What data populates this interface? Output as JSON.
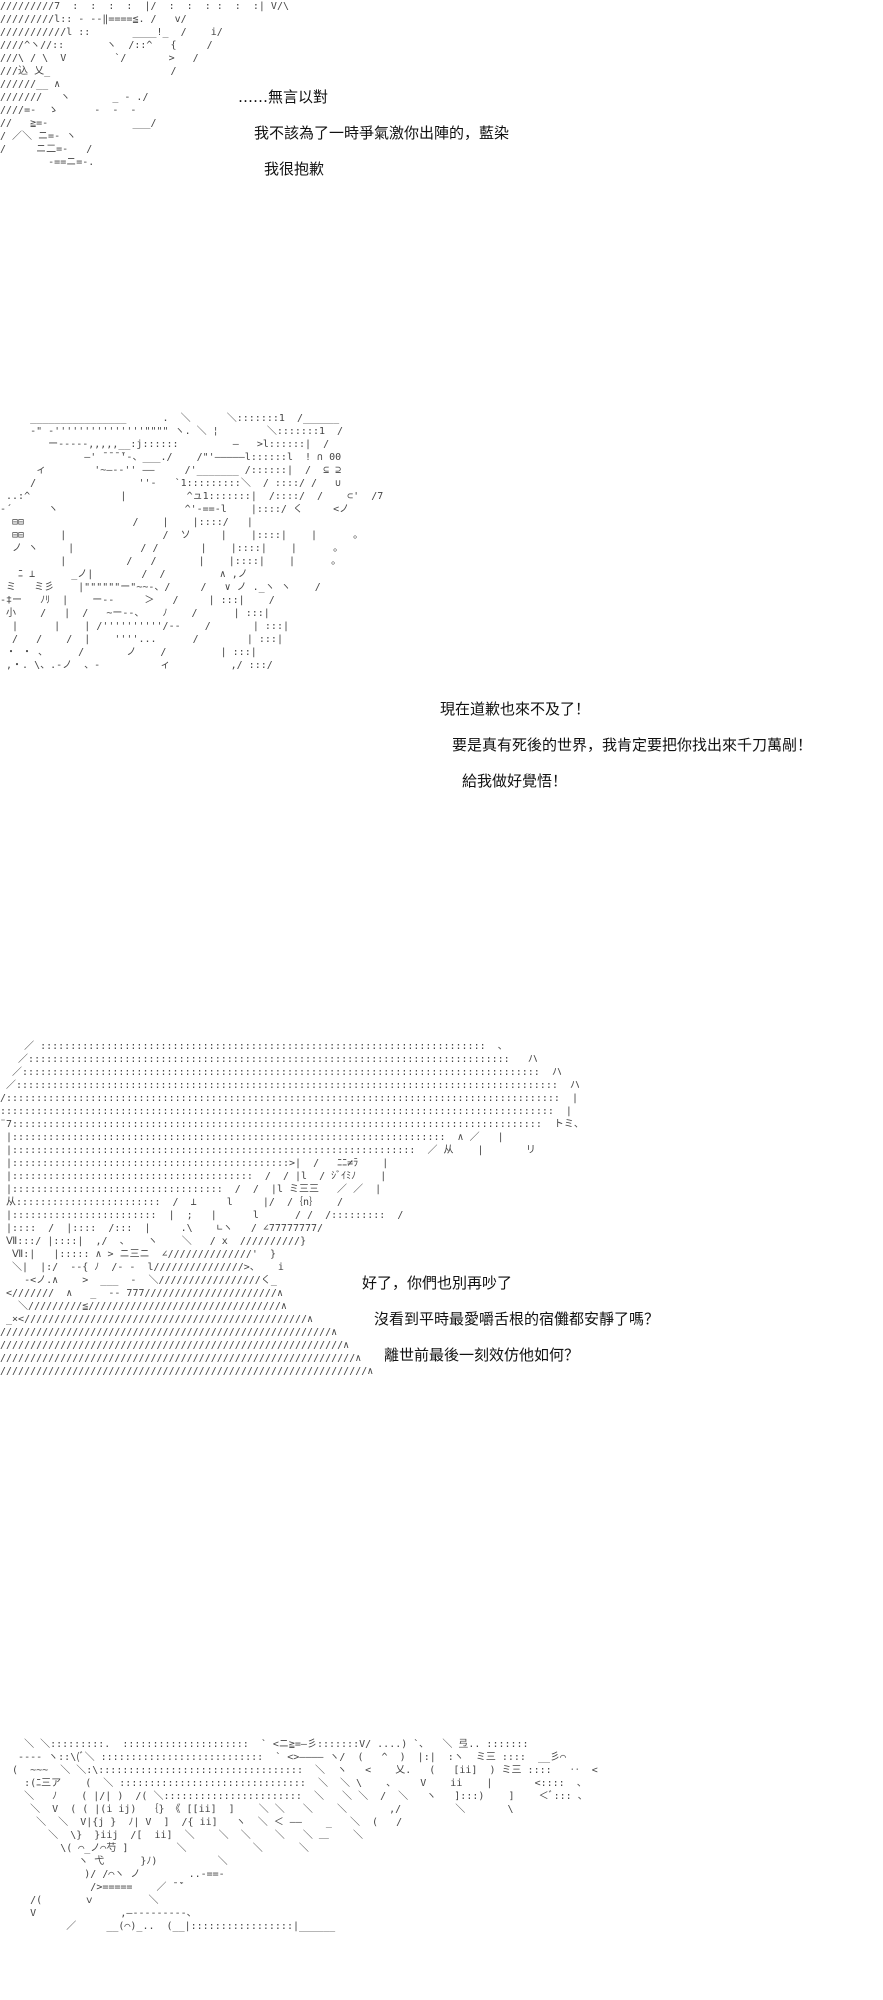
{
  "panels": [
    {
      "art": "/////////7  :  :  :  :  |/  :  :  : :  :  :| V/\\\n/////////l:: - --‖====≦. /   v/\n///////////l ::       ____!_  /    i/\n////^ヽ//::       ヽ  /::^   {     /\n///\\ / \\  V        `/       >   /\n///込 乂_                    /\n//////__ ∧\n///////   ヽ       _ - ./\n////=-  ゝ      ‐  ‐  ‐\n//   ≧=-              ___/\n/ ／＼ ニ=- ヽ\n/     ニ二=-   /\n        -==ニ=-.",
      "lines": [
        "……無言以對",
        "我不該為了一時爭氣激你出陣的，藍染",
        "我很抱歉"
      ]
    },
    {
      "art": "     ________________      .  ＼      ＼:::::::1  /______\n     -\" -'''''''''''''''\"\"\"\" ヽ. ＼ ¦        ＼:::::::1  /\n        ー-----,,,,,__:j::::::         ―   >l::::::|  /\n              ―' ̄ ̄ ̄ ̄'-、___./    /\"'―――――l::::::l  ! ∩ 00\n      ィ        '~―--'' ――     /'_______ /::::::|  /  ⊆ ⊇\n     /                 ''-   `1:::::::::＼  / ::::/ /   ∪\n ..:^               |          ^ュ1:::::::|  /::::/  /    ⊂'  /7\n-´      ヽ                     ^'-==-l    |::::/ く     <ノ\n  ⊟⊟                  /    |    |::::/   |\n  ⊟⊟      |                /  ソ     |    |::::|    |      。\n  ノ ヽ     |           / /       |    |::::|    |      。\n          |          /   /       |    |::::|    |      。\n   ﾆ ⊥      _ノ|        /  /         ∧ ,ノ\n ミ   ミ彡    |\"\"\"\"\"\"ー\"~~-、/     /   ∨ ノ ._ヽ ヽ    /\n-‡ー   ﾉﾘ  |    ー--     ＞   /     | :::|    /\n 小    /   |  /   ~ー--、   ﾉ    /      | :::|\n  |      |    | /''''''''''/‐‐    /       | :::|\n  /   /    /  |    ''''...      /        | :::|\n ・ ・ 、     /       ノ    /         | :::|\n ,・. \\、.-ノ  、-          ィ          ,/ :::/",
      "lines": [
        "現在道歉也來不及了！",
        "要是真有死後的世界，我肯定要把你找出來千刀萬剮！",
        "給我做好覺悟！"
      ]
    },
    {
      "art": "    ／ ::::::::::::::::::::::::::::::::::::::::::::::::::::::::::::::::::::::::::  、\n   ／::::::::::::::::::::::::::::::::::::::::::::::::::::::::::::::::::::::::::::::::   ハ\n  ／::::::::::::::::::::::::::::::::::::::::::::::::::::::::::::::::::::::::::::::::::::::  ハ\n ／::::::::::::::::::::::::::::::::::::::::::::::::::::::::::::::::::::::::::::::::::::::::::  ハ\n/::::::::::::::::::::::::::::::::::::::::::::::::::::::::::::::::::::::::::::::::::::::::::::  |\n::::::::::::::::::::::::::::::::::::::::::::::::::::::::::::::::::::::::::::::::::::::::::::  |\n¨7::::::::::::::::::::::::::::::::::::::::::::::::::::::::::::::::::::::::::::::::::::::::  トミ、\n |::::::::::::::::::::::::::::::::::::::::::::::::::::::::::::::::::::::::  ∧ ／   |\n |:::::::::::::::::::::::::::::::::::::::::::::::::::::::::::::::::::  ／ 从    |       リ\n |::::::::::::::::::::::::::::::::::::::::::::::>|  /   ﾆﾆ≠ﾗ    |\n |::::::::::::::::::::::::::::::::::::::::  /  / |l  / ｼﾞｲﾐﾉ    |\n |:::::::::::::::::::::::::::::::::::  /  /  |l ミ三三   ／ ／  |\n 从::::::::::::::::::::::::  /  ⊥     l     |/  /｛n｝   /\n |::::::::::::::::::::::::  |  ;   |      l      / /  /:::::::::  /\n |::::  /  |::::  /:::  |     .\\    ∟ヽ   / ∠77777777/\n Ⅶ:::/ |::::|  ,/  、   ヽ    ＼   / x  //////////}\n  Ⅶ:|   |::::: ∧ > ニ三ニ  ∠//////////////'  }\n  ＼|  |:/  -‐{ ﾉ  /‐ ‐  l///////////////>、   i\n    -<ノ.∧    >  ___  -  ＼/////////////////く_\n <///////  ∧   _  ‐‐ 777//////////////////////∧\n   ＼/////////≦////////////////////////////////∧\n _×<///////////////////////////////////////////////∧\n///////////////////////////////////////////////////////∧\n/////////////////////////////////////////////////////////∧\n///////////////////////////////////////////////////////////∧\n/////////////////////////////////////////////////////////////∧",
      "lines": [
        "好了，你們也別再吵了",
        "沒看到平時最愛嚼舌根的宿儺都安靜了嗎？",
        "離世前最後一刻效仿他如何？"
      ]
    },
    {
      "art": "    ＼ ＼:::::::::.  :::::::::::::::::::::  ` <ニ≧=―彡:::::::V/ ....) `､   ＼ 弖.. :::::::\n   ‐‐-- ヽ::\\(ﾞ＼ :::::::::::::::::::::::::::  ` <>―――― ヽ/  (   ^  )  |:|  :ヽ  ミ三 ::::  __彡⌒\n  (  ~~~  ＼ ＼:\\::::::::::::::::::::::::::::::::::  ＼  ヽ   <    乂.   (   [ii]  ) ミ三 ::::   ‥  <\n    :(ﾆ三ア    (  ＼ :::::::::::::::::::::::::::::::  ＼  ＼ \\    、    V    ii    |       <::::  、\n    ＼   ﾉ    ( |/| )  /( ＼:::::::::::::::::::::::  ＼   ＼ ＼  /  ＼   ヽ   ]:::)    ]    ＜ﾞ::: 、\n     ＼  V  ( ( |(i ij)  ｛} 《 [[ii]  ]    ＼ ＼   ＼    ＼       ,/         ＼       \\\n      ＼  ＼  V|{j }  ﾉ| V  ]  /{ ii]   ヽ  ＼ ＜ ――    _   ＼  (   /\n        ＼  \\}  }iij  /[  ii]  ＼    ＼  ＼    ＼   ＼ ＿    ＼\n          \\( ⌒_ノ⌒芍 ]        ＼           ＼      ＼\n             ヽ 弋      }ﾉ)          ＼\n              )/ /⌒ヽ ノ        ..-==‐\n               />=====    ／ ̄ ̄`\n     /(       ｖ         ＼\n     V              ,―‐‐‐‐‐‐‐‐‐、\n           ／     __(⌒)_..  (__|:::::::::::::::::|______"
    }
  ]
}
